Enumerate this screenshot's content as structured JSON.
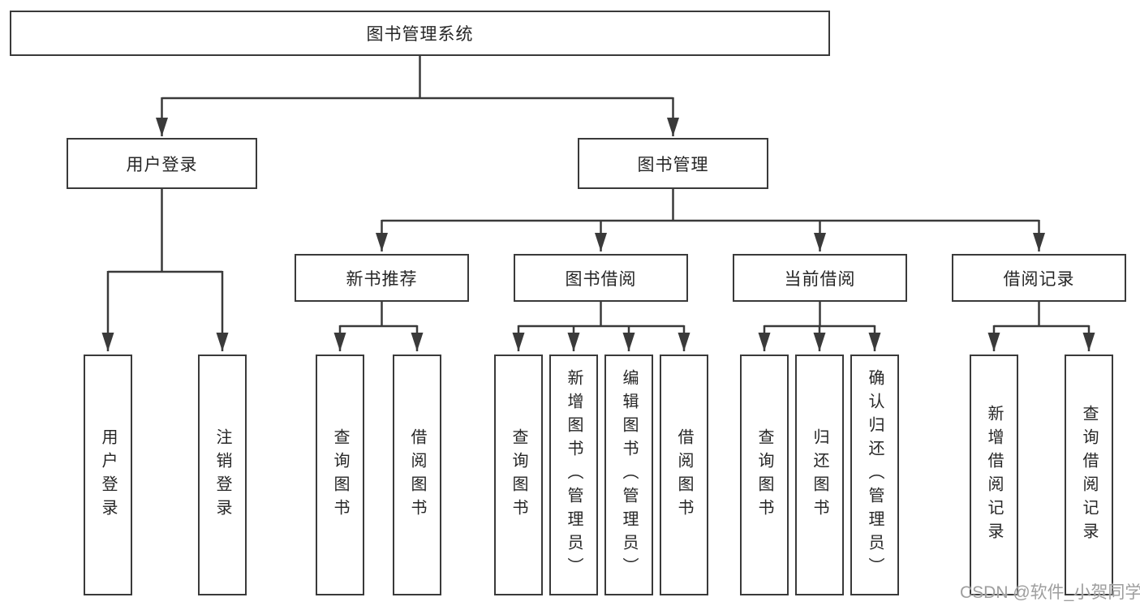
{
  "diagram": {
    "root": {
      "label": "图书管理系统"
    },
    "level2": [
      "用户登录",
      "图书管理"
    ],
    "level3": [
      "新书推荐",
      "图书借阅",
      "当前借阅",
      "借阅记录"
    ],
    "leaves": {
      "user_login": [
        "用户登录",
        "注销登录"
      ],
      "new_book_recommend": [
        "查询图书",
        "借阅图书"
      ],
      "book_borrow": [
        "查询图书",
        "新增图书（管理员）",
        "编辑图书（管理员）",
        "借阅图书"
      ],
      "current_borrow": [
        "查询图书",
        "归还图书",
        "确认归还（管理员）"
      ],
      "borrow_records": [
        "新增借阅记录",
        "查询借阅记录"
      ]
    },
    "watermark": "CSDN @软件_小贺同学",
    "colors": {
      "line": "#3a3a3a",
      "text": "#262626",
      "watermark": "#9e9e9e",
      "background": "#ffffff"
    }
  }
}
